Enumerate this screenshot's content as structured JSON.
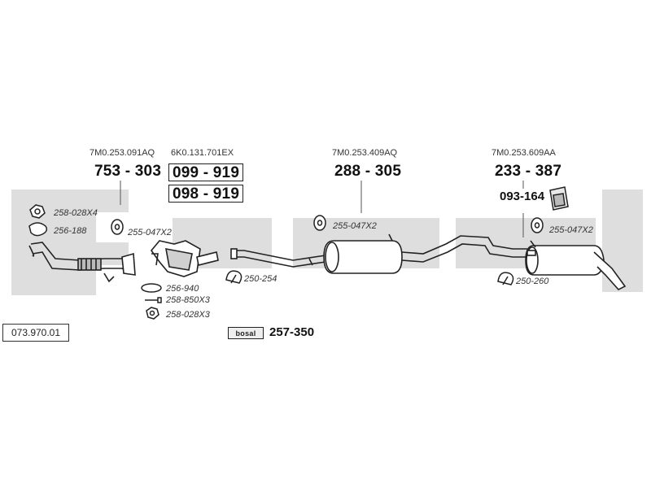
{
  "diagram": {
    "reference_code": "073.970.01",
    "brand_label": "bosal",
    "kit_part": "257-350",
    "oem_numbers": {
      "front_pipe": "7M0.253.091AQ",
      "catalyst": "6K0.131.701EX",
      "middle_silencer": "7M0.253.409AQ",
      "rear_silencer": "7M0.253.609AA"
    },
    "main_parts": {
      "front_pipe": "753-303",
      "catalyst_a": "099-919",
      "catalyst_b": "098-919",
      "middle_silencer": "288-305",
      "rear_silencer": "233-387",
      "mounting": "093-164"
    },
    "accessories": {
      "gasket_front": "258-028X4",
      "flange_gasket": "256-188",
      "rubber_1": "255-047X2",
      "gasket_ring": "256-940",
      "bolt": "258-850X3",
      "nut": "258-028X3",
      "clamp_1": "250-254",
      "rubber_2": "255-047X2",
      "rubber_3": "255-047X2",
      "clamp_2": "250-260"
    },
    "colors": {
      "background": "#ffffff",
      "shade": "#dedede",
      "line": "#222222"
    }
  }
}
